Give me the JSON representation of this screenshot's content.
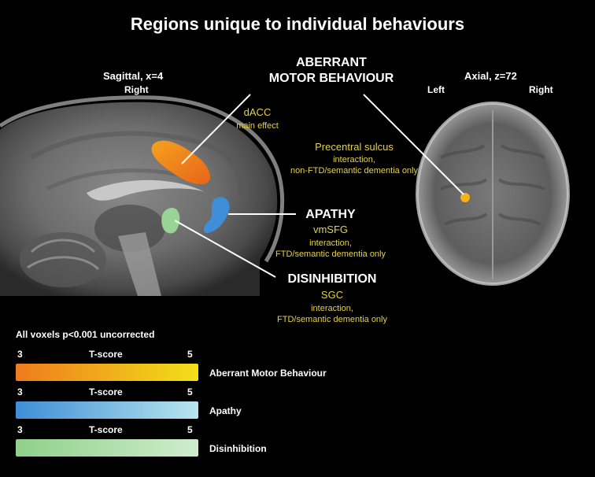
{
  "title": "Regions unique to individual behaviours",
  "sagittal": {
    "view": "Sagittal, x=4",
    "side": "Right"
  },
  "axial": {
    "view": "Axial, z=72",
    "left": "Left",
    "right": "Right"
  },
  "behaviours": {
    "aberrant": {
      "title_line1": "ABERRANT",
      "title_line2": "MOTOR BEHAVIOUR"
    },
    "apathy": {
      "title": "APATHY",
      "region": "vmSFG",
      "note_line1": "interaction,",
      "note_line2": "FTD/semantic dementia only"
    },
    "disinhibition": {
      "title": "DISINHIBITION",
      "region": "SGC",
      "note_line1": "interaction,",
      "note_line2": "FTD/semantic dementia only"
    }
  },
  "regions": {
    "dacc": {
      "name": "dACC",
      "note": "main effect"
    },
    "precentral": {
      "name": "Precentral sulcus",
      "note_line1": "interaction,",
      "note_line2": "non-FTD/semantic dementia only"
    }
  },
  "legend": {
    "heading": "All voxels p<0.001 uncorrected",
    "scales": [
      {
        "min": "3",
        "label": "T-score",
        "max": "5",
        "name": "Aberrant Motor Behaviour",
        "color_start": "#ee7b1c",
        "color_end": "#f2e01a"
      },
      {
        "min": "3",
        "label": "T-score",
        "max": "5",
        "name": "Apathy",
        "color_start": "#3d8ed6",
        "color_end": "#b9e6ee"
      },
      {
        "min": "3",
        "label": "T-score",
        "max": "5",
        "name": "Disinhibition",
        "color_start": "#8fd08a",
        "color_end": "#cfeccb"
      }
    ]
  },
  "colors": {
    "aberrant": "#f08a1e",
    "apathy": "#3f8fd8",
    "disinhibition": "#9ad494",
    "region_text": "#e4d24a"
  }
}
